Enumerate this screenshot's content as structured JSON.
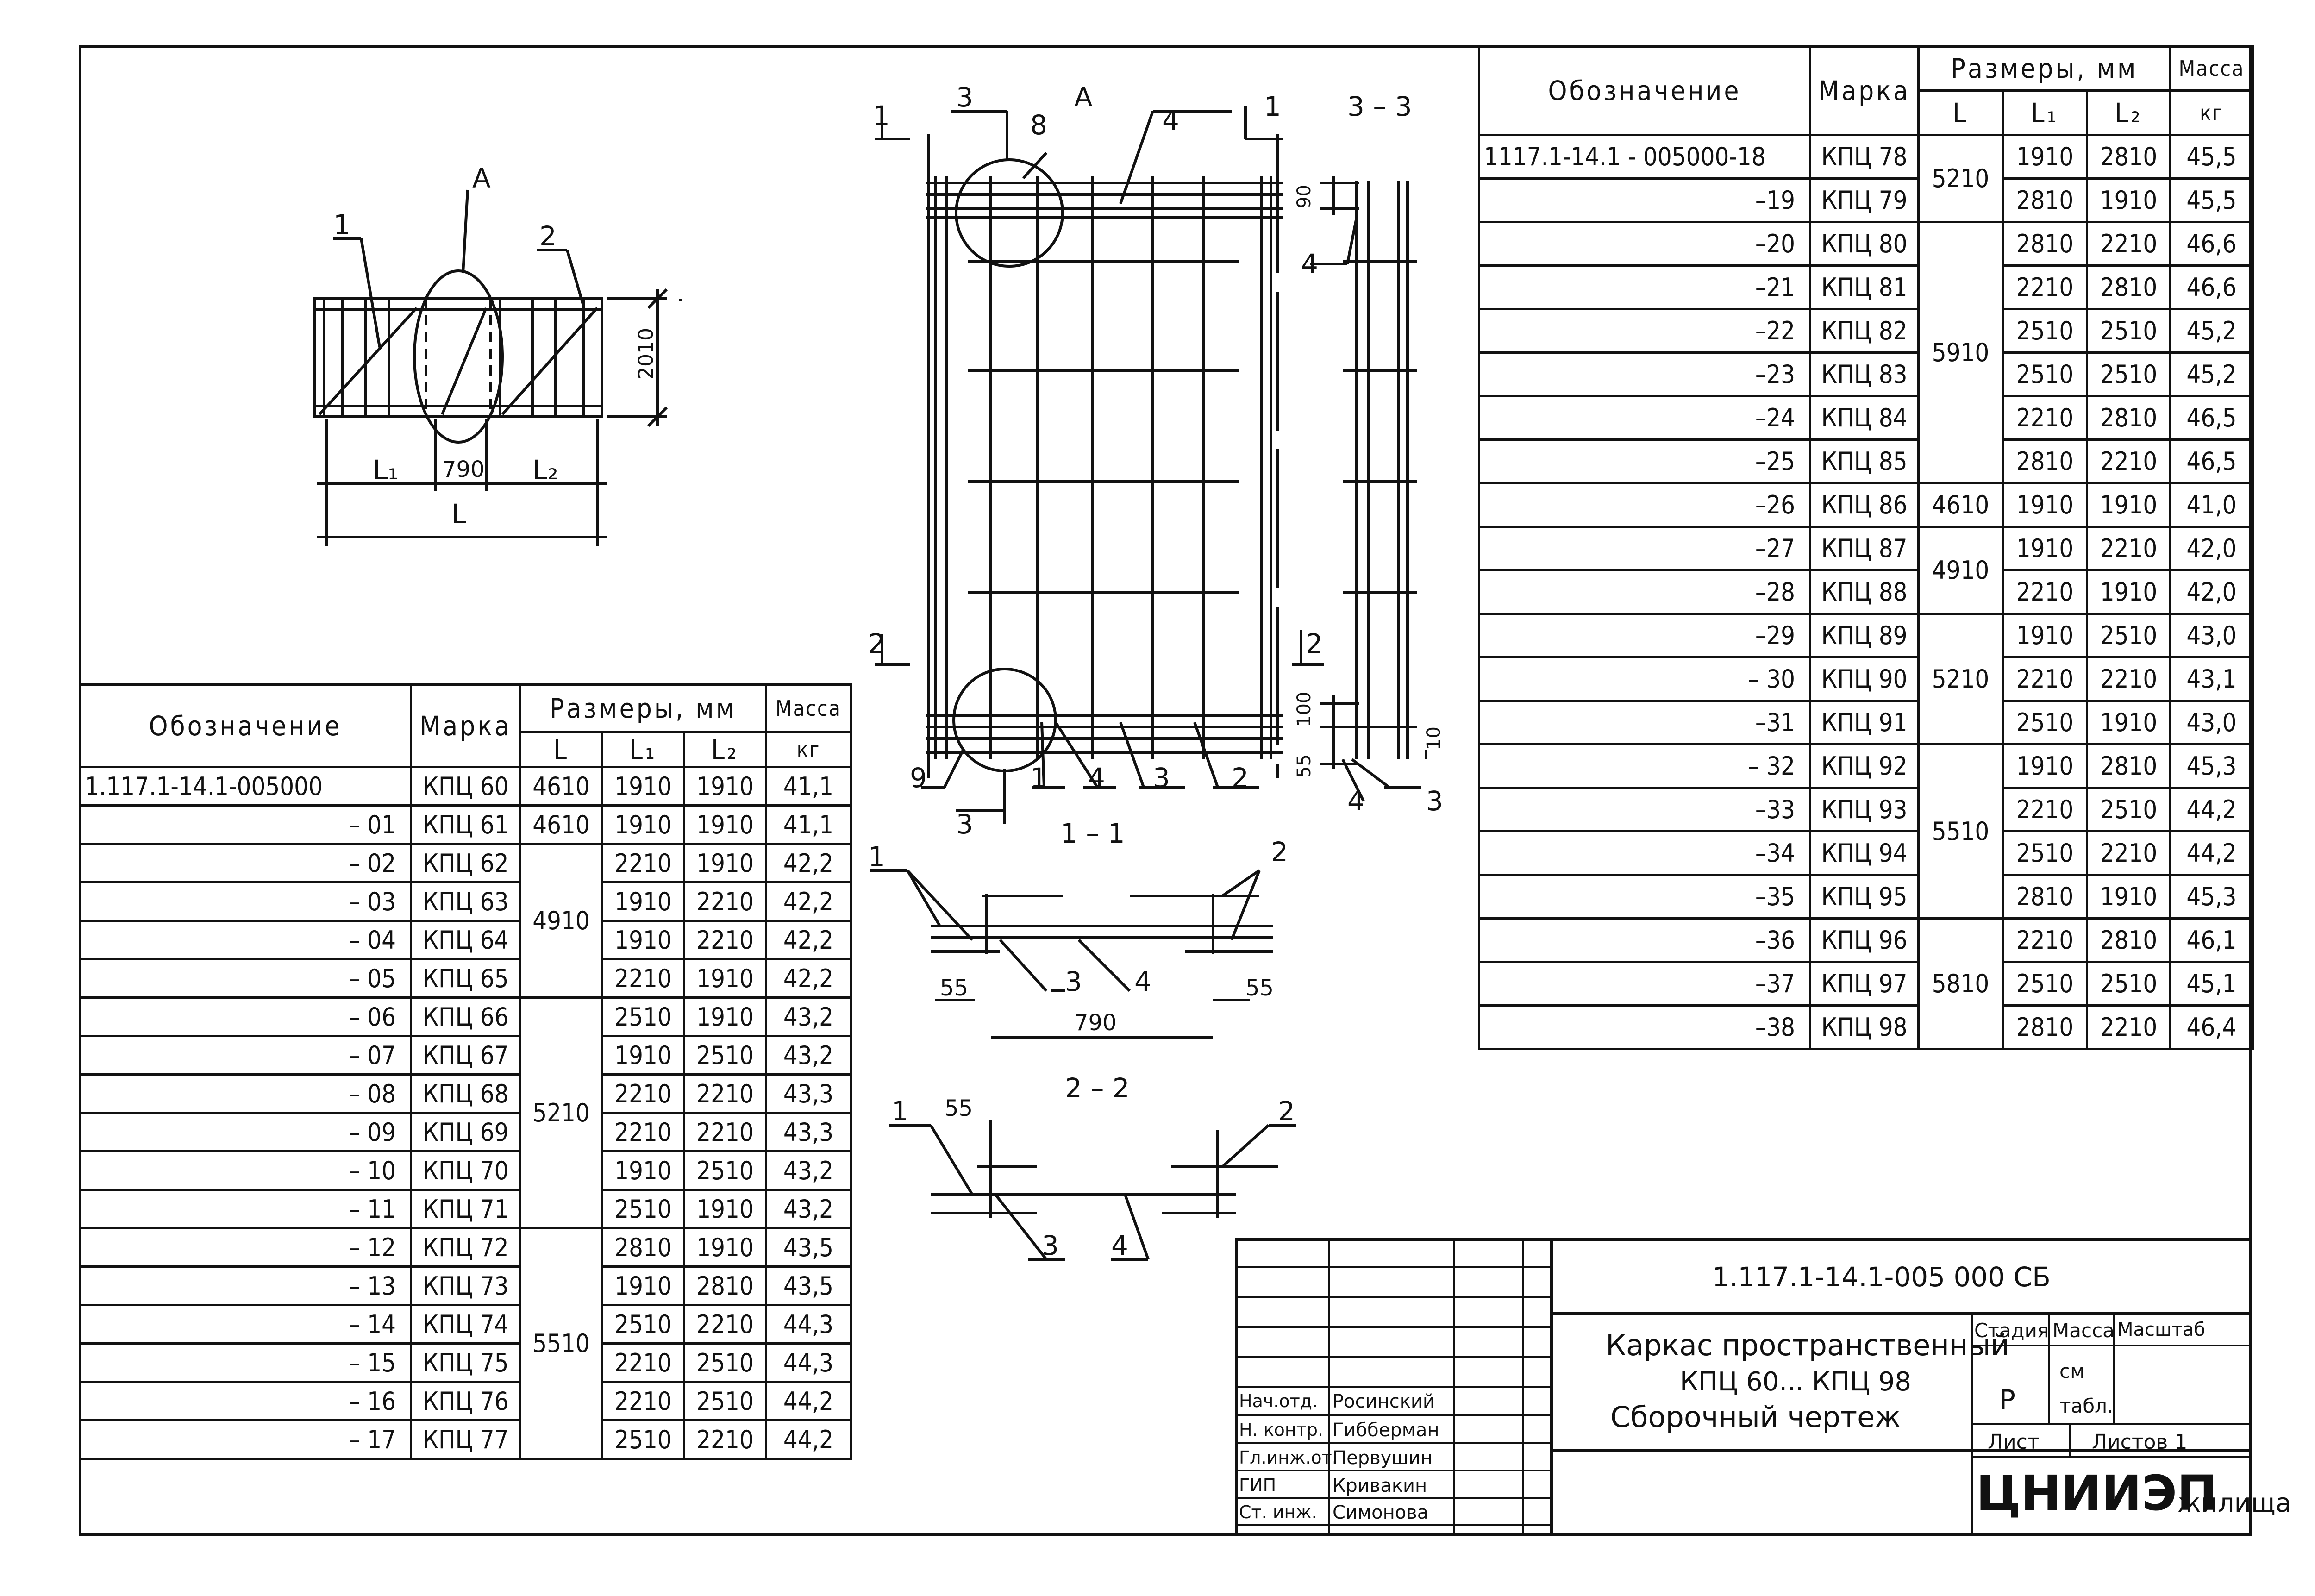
{
  "left_table": {
    "headers": {
      "designation": "Обозначение",
      "mark": "Марка",
      "sizes": "Размеры, мм",
      "mass": "Масса",
      "mass_unit": "кг",
      "L": "L",
      "L1": "L₁",
      "L2": "L₂"
    },
    "rows": [
      {
        "des": "1.117.1-14.1-005000",
        "mark": "КПЦ 60",
        "L": "4610",
        "L1": "1910",
        "L2": "1910",
        "mass": "41,1"
      },
      {
        "des": "– 01",
        "mark": "КПЦ 61",
        "L": "4610",
        "L1": "1910",
        "L2": "1910",
        "mass": "41,1"
      },
      {
        "des": "– 02",
        "mark": "КПЦ 62",
        "L": "",
        "L1": "2210",
        "L2": "1910",
        "mass": "42,2"
      },
      {
        "des": "– 03",
        "mark": "КПЦ 63",
        "L": "",
        "L1": "1910",
        "L2": "2210",
        "mass": "42,2"
      },
      {
        "des": "– 04",
        "mark": "КПЦ 64",
        "L": "",
        "L1": "1910",
        "L2": "2210",
        "mass": "42,2"
      },
      {
        "des": "– 05",
        "mark": "КПЦ 65",
        "L": "",
        "L1": "2210",
        "L2": "1910",
        "mass": "42,2"
      },
      {
        "des": "– 06",
        "mark": "КПЦ 66",
        "L": "",
        "L1": "2510",
        "L2": "1910",
        "mass": "43,2"
      },
      {
        "des": "– 07",
        "mark": "КПЦ 67",
        "L": "",
        "L1": "1910",
        "L2": "2510",
        "mass": "43,2"
      },
      {
        "des": "– 08",
        "mark": "КПЦ 68",
        "L": "",
        "L1": "2210",
        "L2": "2210",
        "mass": "43,3"
      },
      {
        "des": "– 09",
        "mark": "КПЦ 69",
        "L": "",
        "L1": "2210",
        "L2": "2210",
        "mass": "43,3"
      },
      {
        "des": "– 10",
        "mark": "КПЦ 70",
        "L": "",
        "L1": "1910",
        "L2": "2510",
        "mass": "43,2"
      },
      {
        "des": "– 11",
        "mark": "КПЦ 71",
        "L": "",
        "L1": "2510",
        "L2": "1910",
        "mass": "43,2"
      },
      {
        "des": "– 12",
        "mark": "КПЦ 72",
        "L": "",
        "L1": "2810",
        "L2": "1910",
        "mass": "43,5"
      },
      {
        "des": "– 13",
        "mark": "КПЦ 73",
        "L": "",
        "L1": "1910",
        "L2": "2810",
        "mass": "43,5"
      },
      {
        "des": "– 14",
        "mark": "КПЦ 74",
        "L": "",
        "L1": "2510",
        "L2": "2210",
        "mass": "44,3"
      },
      {
        "des": "– 15",
        "mark": "КПЦ 75",
        "L": "",
        "L1": "2210",
        "L2": "2510",
        "mass": "44,3"
      },
      {
        "des": "– 16",
        "mark": "КПЦ 76",
        "L": "",
        "L1": "2210",
        "L2": "2510",
        "mass": "44,2"
      },
      {
        "des": "– 17",
        "mark": "КПЦ 77",
        "L": "",
        "L1": "2510",
        "L2": "2210",
        "mass": "44,2"
      }
    ],
    "merged_L": [
      {
        "value": "4910"
      },
      {
        "value": "5210"
      },
      {
        "value": "5510"
      }
    ]
  },
  "right_table": {
    "headers": {
      "designation": "Обозначение",
      "mark": "Марка",
      "sizes": "Размеры, мм",
      "mass": "Масса",
      "mass_unit": "кг",
      "L": "L",
      "L1": "L₁",
      "L2": "L₂"
    },
    "rows": [
      {
        "des": "1117.1-14.1 - 005000-18",
        "mark": "КПЦ 78",
        "L1": "1910",
        "L2": "2810",
        "mass": "45,5"
      },
      {
        "des": "–19",
        "mark": "КПЦ 79",
        "L1": "2810",
        "L2": "1910",
        "mass": "45,5"
      },
      {
        "des": "–20",
        "mark": "КПЦ 80",
        "L1": "2810",
        "L2": "2210",
        "mass": "46,6"
      },
      {
        "des": "–21",
        "mark": "КПЦ 81",
        "L1": "2210",
        "L2": "2810",
        "mass": "46,6"
      },
      {
        "des": "–22",
        "mark": "КПЦ 82",
        "L1": "2510",
        "L2": "2510",
        "mass": "45,2"
      },
      {
        "des": "–23",
        "mark": "КПЦ 83",
        "L1": "2510",
        "L2": "2510",
        "mass": "45,2"
      },
      {
        "des": "–24",
        "mark": "КПЦ 84",
        "L1": "2210",
        "L2": "2810",
        "mass": "46,5"
      },
      {
        "des": "–25",
        "mark": "КПЦ 85",
        "L1": "2810",
        "L2": "2210",
        "mass": "46,5"
      },
      {
        "des": "–26",
        "mark": "КПЦ 86",
        "L1": "1910",
        "L2": "1910",
        "mass": "41,0"
      },
      {
        "des": "–27",
        "mark": "КПЦ 87",
        "L1": "1910",
        "L2": "2210",
        "mass": "42,0"
      },
      {
        "des": "–28",
        "mark": "КПЦ 88",
        "L1": "2210",
        "L2": "1910",
        "mass": "42,0"
      },
      {
        "des": "–29",
        "mark": "КПЦ 89",
        "L1": "1910",
        "L2": "2510",
        "mass": "43,0"
      },
      {
        "des": "– 30",
        "mark": "КПЦ 90",
        "L1": "2210",
        "L2": "2210",
        "mass": "43,1"
      },
      {
        "des": "–31",
        "mark": "КПЦ 91",
        "L1": "2510",
        "L2": "1910",
        "mass": "43,0"
      },
      {
        "des": "– 32",
        "mark": "КПЦ 92",
        "L1": "1910",
        "L2": "2810",
        "mass": "45,3"
      },
      {
        "des": "–33",
        "mark": "КПЦ 93",
        "L1": "2210",
        "L2": "2510",
        "mass": "44,2"
      },
      {
        "des": "–34",
        "mark": "КПЦ 94",
        "L1": "2510",
        "L2": "2210",
        "mass": "44,2"
      },
      {
        "des": "–35",
        "mark": "КПЦ 95",
        "L1": "2810",
        "L2": "1910",
        "mass": "45,3"
      },
      {
        "des": "–36",
        "mark": "КПЦ 96",
        "L1": "2210",
        "L2": "2810",
        "mass": "46,1"
      },
      {
        "des": "–37",
        "mark": "КПЦ 97",
        "L1": "2510",
        "L2": "2510",
        "mass": "45,1"
      },
      {
        "des": "–38",
        "mark": "КПЦ 98",
        "L1": "2810",
        "L2": "2210",
        "mass": "46,4"
      }
    ],
    "merged_L": [
      {
        "value": "5210"
      },
      {
        "value": "5910"
      },
      {
        "value": "4610"
      },
      {
        "value": "4910"
      },
      {
        "value": "5210"
      },
      {
        "value": "5510"
      },
      {
        "value": "5810"
      }
    ]
  },
  "drawings": {
    "plan": {
      "label_A": "A",
      "label_1": "1",
      "label_2": "2",
      "dim_height": "2010",
      "dim_L1": "L₁",
      "dim_mid": "790",
      "dim_L2": "L₂",
      "dim_L": "L"
    },
    "main": {
      "cut1": "1",
      "cut2": "2",
      "cut3": "3",
      "label_A": "A",
      "pos8": "8",
      "pos4": "4",
      "pos9": "9",
      "pos1": "1",
      "pos3": "3",
      "pos2": "2"
    },
    "sec33": {
      "title": "3 – 3",
      "d90": "90",
      "d100": "100",
      "d55": "55",
      "d10": "10",
      "p4": "4",
      "p3": "3"
    },
    "sec11": {
      "title": "1 – 1",
      "p1": "1",
      "p2": "2",
      "p3": "3",
      "p4": "4",
      "d55a": "55",
      "d55b": "55",
      "d790": "790"
    },
    "sec22": {
      "title": "2 – 2",
      "p1": "1",
      "p2": "2",
      "p3": "3",
      "p4": "4",
      "d55": "55"
    }
  },
  "title_block": {
    "doc_code": "1.117.1-14.1-005 000 СБ",
    "title_line1": "Каркас пространственный",
    "title_line2": "КПЦ 60... КПЦ 98",
    "title_line3": "Сборочный чертеж",
    "stage_h": "Стадия",
    "mass_h": "Масса",
    "scale_h": "Масштаб",
    "stage": "Р",
    "mass": "см\nтабл.",
    "sheet_h": "Лист",
    "sheets_h": "Листов 1",
    "org_big": "ЦНИИЭП",
    "org_small": "жилища",
    "staff": [
      {
        "role": "Нач.отд.",
        "name": "Росинский"
      },
      {
        "role": "Н. контр.",
        "name": "Гибберман"
      },
      {
        "role": "Гл.инж.от.",
        "name": "Первушин"
      },
      {
        "role": "ГИП",
        "name": "Кривакин"
      },
      {
        "role": "Ст. инж.",
        "name": "Симонова"
      }
    ]
  }
}
